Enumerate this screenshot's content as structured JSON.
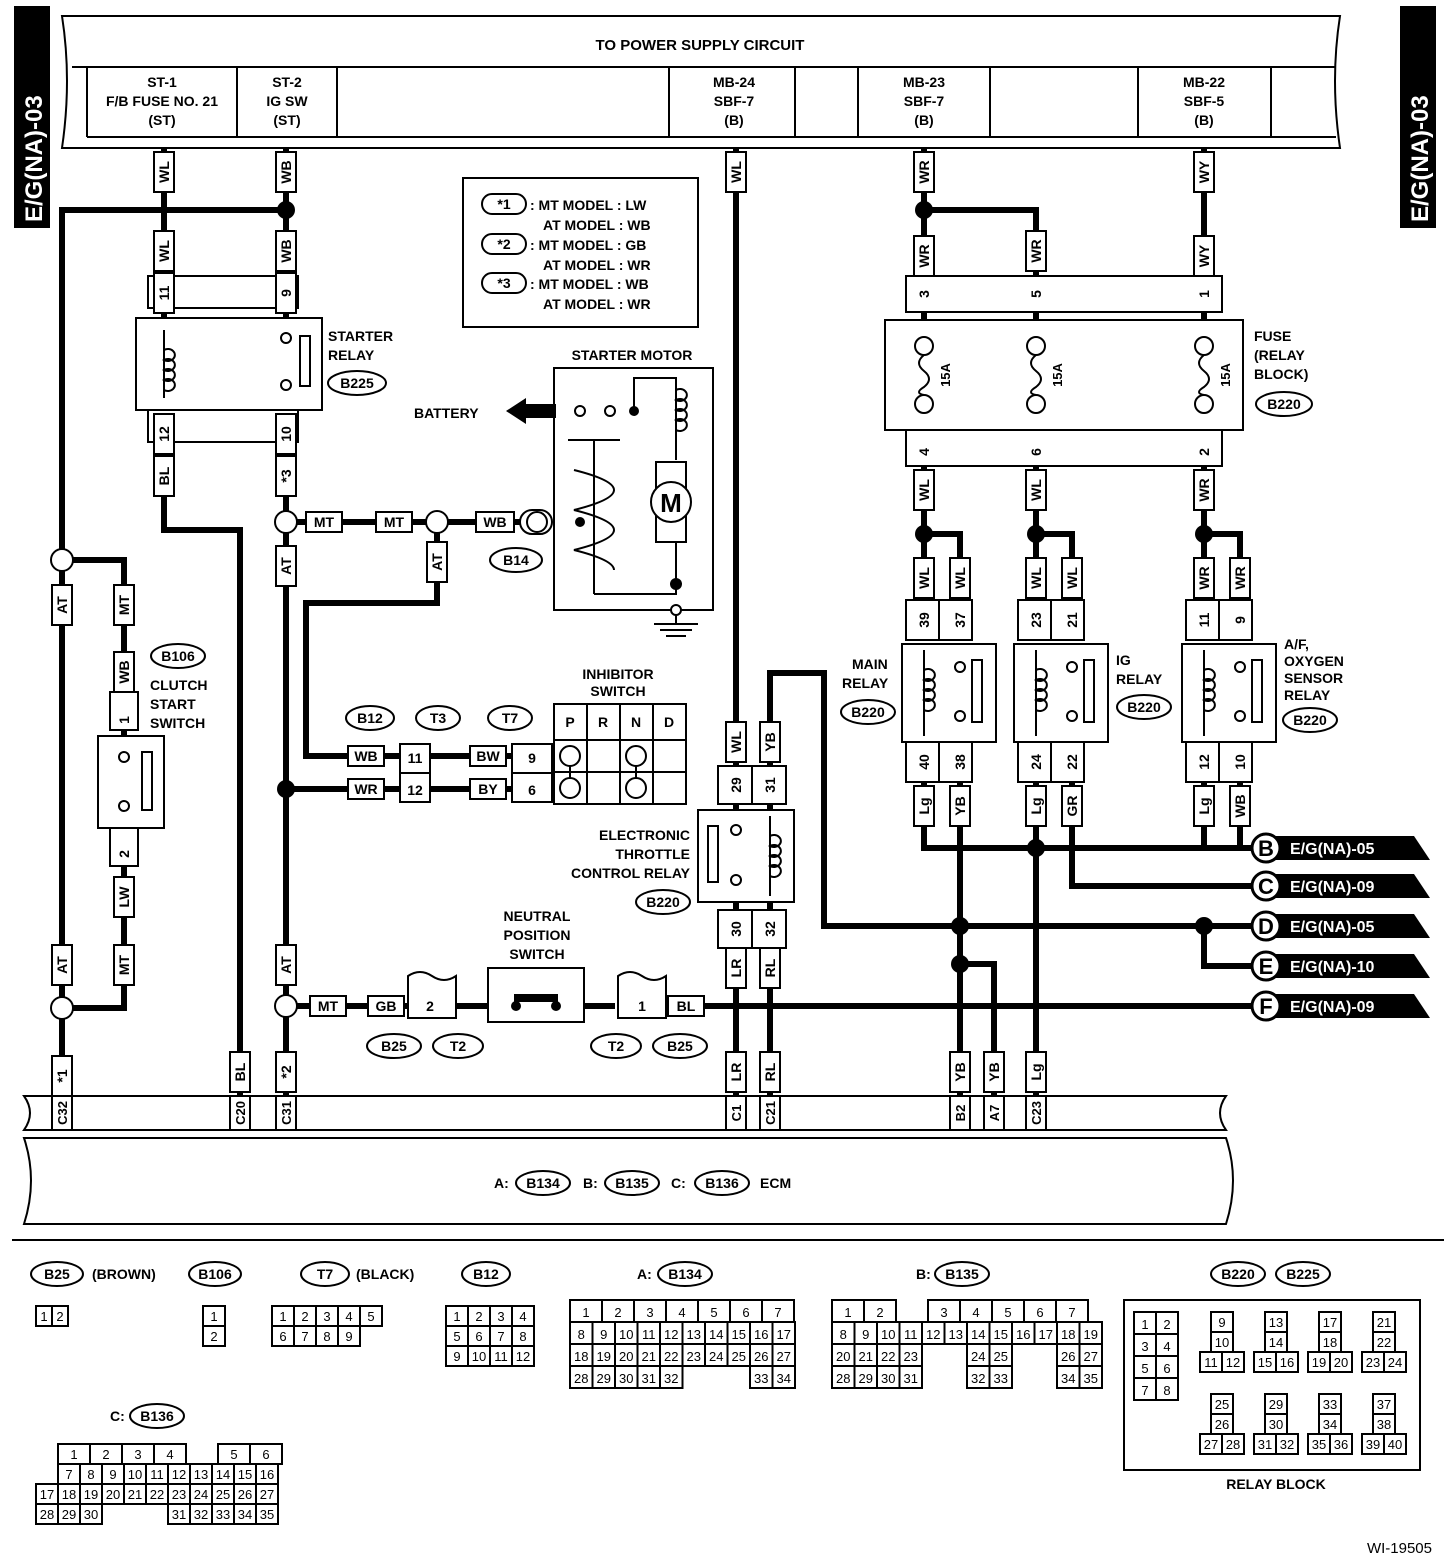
{
  "page_tag": "E/G(NA)-03",
  "figure_id": "WI-19505",
  "power_bar": {
    "title": "TO POWER SUPPLY CIRCUIT",
    "cells": [
      {
        "l1": "ST-1",
        "l2": "F/B FUSE NO. 21",
        "l3": "(ST)"
      },
      {
        "l1": "ST-2",
        "l2": "IG SW",
        "l3": "(ST)"
      },
      {
        "l1": "MB-24",
        "l2": "SBF-7",
        "l3": "(B)"
      },
      {
        "l1": "MB-23",
        "l2": "SBF-7",
        "l3": "(B)"
      },
      {
        "l1": "MB-22",
        "l2": "SBF-5",
        "l3": "(B)"
      }
    ]
  },
  "notes": [
    {
      "mark": "*1",
      "mt": ": MT MODEL : LW",
      "at": "AT MODEL : WB"
    },
    {
      "mark": "*2",
      "mt": ": MT MODEL : GB",
      "at": "AT MODEL : WR"
    },
    {
      "mark": "*3",
      "mt": ": MT MODEL : WB",
      "at": "AT MODEL : WR"
    }
  ],
  "components": {
    "starter_relay": {
      "l1": "STARTER",
      "l2": "RELAY",
      "conn": "B225"
    },
    "starter_motor": {
      "label": "STARTER MOTOR",
      "battery": "BATTERY",
      "motor": "M",
      "conn": "B14"
    },
    "fuse_block": {
      "l1": "FUSE",
      "l2": "(RELAY",
      "l3": "BLOCK)",
      "conn": "B220",
      "rating": "15A"
    },
    "clutch": {
      "l1": "CLUTCH",
      "l2": "START",
      "l3": "SWITCH",
      "conn": "B106"
    },
    "inhibitor": {
      "l1": "INHIBITOR",
      "l2": "SWITCH",
      "cols": [
        "P",
        "R",
        "N",
        "D"
      ],
      "c1": "B12",
      "c2": "T3",
      "c3": "T7"
    },
    "main_relay": {
      "l1": "MAIN",
      "l2": "RELAY",
      "conn": "B220"
    },
    "ig_relay": {
      "l1": "IG",
      "l2": "RELAY",
      "conn": "B220"
    },
    "af_relay": {
      "l1": "A/F,",
      "l2": "OXYGEN",
      "l3": "SENSOR",
      "l4": "RELAY",
      "conn": "B220"
    },
    "etc_relay": {
      "l1": "ELECTRONIC",
      "l2": "THROTTLE",
      "l3": "CONTROL RELAY",
      "conn": "B220"
    },
    "neutral": {
      "l1": "NEUTRAL",
      "l2": "POSITION",
      "l3": "SWITCH",
      "b25": "B25",
      "t2": "T2"
    },
    "ecm": {
      "a": "A:",
      "a_conn": "B134",
      "b": "B:",
      "b_conn": "B135",
      "c": "C:",
      "c_conn": "B136",
      "label": "ECM"
    }
  },
  "wire_labels": {
    "wl": "WL",
    "wb": "WB",
    "wr": "WR",
    "wy": "WY",
    "bl": "BL",
    "lw": "LW",
    "lr": "LR",
    "rl": "RL",
    "yb": "YB",
    "lg": "Lg",
    "gr": "GR",
    "bw": "BW",
    "by": "BY",
    "gb": "GB",
    "mt": "MT",
    "at": "AT",
    "s1": "*1",
    "s2": "*2",
    "s3": "*3"
  },
  "pins": {
    "p1": "1",
    "p2": "2",
    "p3": "3",
    "p4": "4",
    "p5": "5",
    "p6": "6",
    "p9": "9",
    "p10": "10",
    "p11": "11",
    "p12": "12",
    "p21": "21",
    "p22": "22",
    "p23": "23",
    "p24": "24",
    "p29": "29",
    "p30": "30",
    "p31": "31",
    "p32": "32",
    "p37": "37",
    "p38": "38",
    "p39": "39",
    "p40": "40"
  },
  "ecm_terms": [
    "C32",
    "C20",
    "C31",
    "C1",
    "C21",
    "B2",
    "A7",
    "C23"
  ],
  "outputs": [
    {
      "letter": "B",
      "ref": "E/G(NA)-05"
    },
    {
      "letter": "C",
      "ref": "E/G(NA)-09"
    },
    {
      "letter": "D",
      "ref": "E/G(NA)-05"
    },
    {
      "letter": "E",
      "ref": "E/G(NA)-10"
    },
    {
      "letter": "F",
      "ref": "E/G(NA)-09"
    }
  ],
  "legend": {
    "b25": "B25",
    "b25_color": "(BROWN)",
    "b106": "B106",
    "t7": "T7",
    "t7_color": "(BLACK)",
    "b12": "B12",
    "a": "A:",
    "b134": "B134",
    "b": "B:",
    "b135": "B135",
    "c": "C:",
    "b136": "B136",
    "b220": "B220",
    "b225": "B225",
    "relay_block": "RELAY BLOCK"
  }
}
